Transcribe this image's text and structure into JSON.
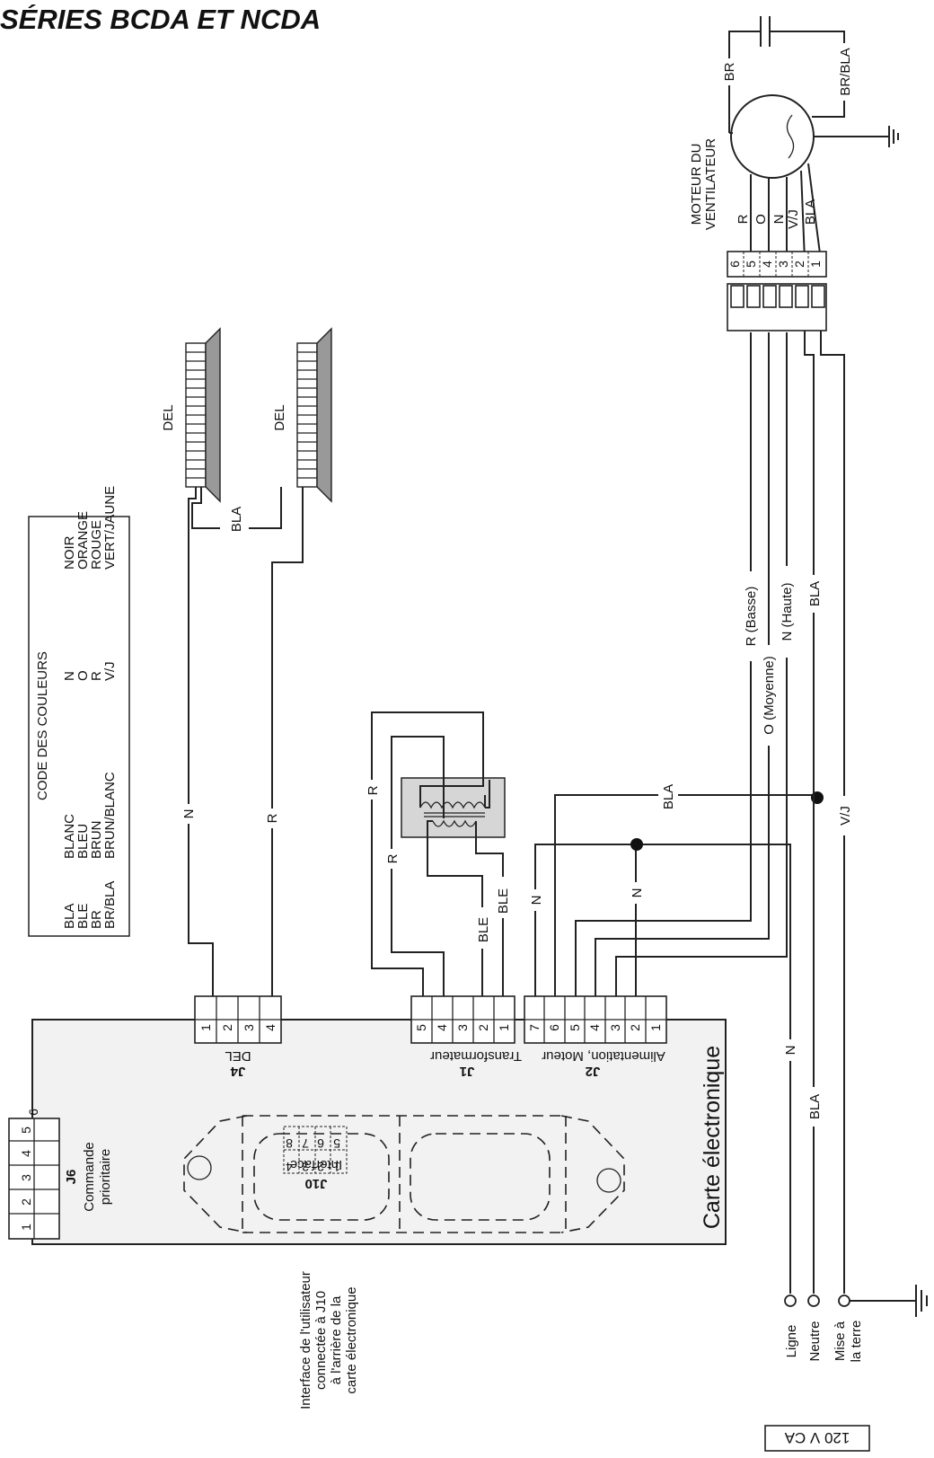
{
  "title": "SÉRIES BCDA ET NCDA",
  "legend": {
    "heading": "CODE DES COULEURS",
    "codes_left": [
      "BLA",
      "BLE",
      "BR",
      "BR/BLA"
    ],
    "names_left": [
      "BLANC",
      "BLEU",
      "BRUN",
      "BRUN/BLANC"
    ],
    "codes_right": [
      "N",
      "O",
      "R",
      "V/J"
    ],
    "names_right": [
      "NOIR",
      "ORANGE",
      "ROUGE",
      "VERT/JAUNE"
    ]
  },
  "motor": {
    "label_line1": "MOTEUR DU",
    "label_line2": "VENTILATEUR",
    "cap_wire_left": "BR",
    "cap_wire_right": "BR/BLA",
    "lead_labels": [
      "R",
      "O",
      "N",
      "V/J",
      "BLA"
    ],
    "plug_pins": [
      "6",
      "5",
      "4",
      "3",
      "2",
      "1"
    ]
  },
  "leds": {
    "label_a": "DEL",
    "label_b": "DEL",
    "common_wire": "BLA"
  },
  "wires": {
    "j4_pin1": "N",
    "j4_pin4": "R",
    "trans_r_outer": "R",
    "trans_r_inner": "R",
    "trans_ble_1": "BLE",
    "trans_ble_2": "BLE",
    "j2_top_bla": "BLA",
    "j2_n_left": "N",
    "j2_n_right": "N",
    "motor_r": "R (Basse)",
    "motor_o": "O (Moyenne)",
    "motor_n": "N (Haute)",
    "motor_bla": "BLA",
    "ground_vj": "V/J",
    "line_n": "N",
    "neutral_bla": "BLA"
  },
  "board": {
    "label": "Carte électronique",
    "j4_name": "J4",
    "j4_desc": "DEL",
    "j4_pins": [
      "1",
      "2",
      "3",
      "4"
    ],
    "j1_name": "J1",
    "j1_desc": "Transformateur",
    "j1_pins": [
      "5",
      "4",
      "3",
      "2",
      "1"
    ],
    "j2_name": "J2",
    "j2_desc": "Alimentation, Moteur",
    "j2_pins": [
      "7",
      "6",
      "5",
      "4",
      "3",
      "2",
      "1"
    ],
    "j6_name": "J6",
    "j6_desc_line1": "Commande",
    "j6_desc_line2": "prioritaire",
    "j6_pins": [
      "1",
      "2",
      "3",
      "4",
      "5",
      "6"
    ],
    "j10_name": "J10",
    "j10_desc": "Interface",
    "j10_pins": [
      "8",
      "7",
      "6",
      "5",
      "4",
      "3",
      "2",
      "1"
    ]
  },
  "interface_note": [
    "Interface de l'utilisateur",
    "connectée à J10",
    "à l'arrière de la",
    "carte électronique"
  ],
  "power": {
    "terminals": [
      "Ligne",
      "Neutre",
      "Mise à",
      "la terre"
    ],
    "voltage": "120 V CA"
  }
}
